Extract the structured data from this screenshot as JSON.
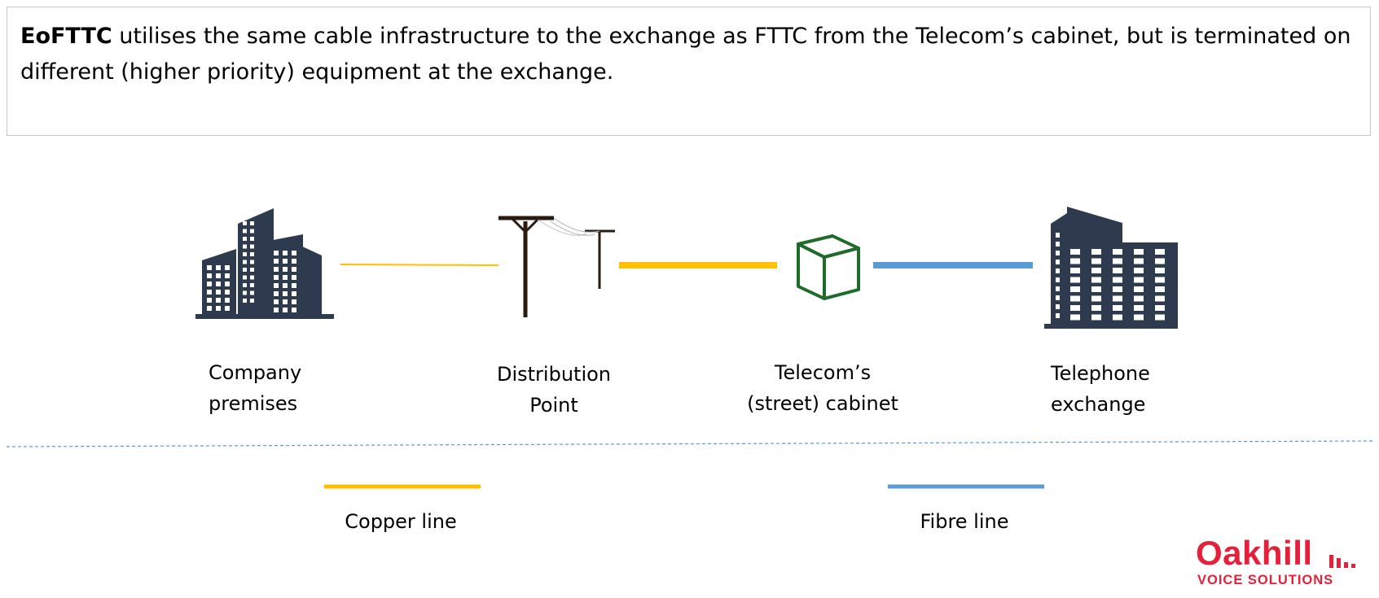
{
  "caption": {
    "lead": "EoFTTC",
    "text": " utilises the same cable infrastructure to the exchange as FTTC from the Telecom’s cabinet, but is terminated on different (higher priority) equipment at the exchange."
  },
  "nodes": [
    {
      "id": "company",
      "label": "Company\npremises",
      "icon": "office-buildings-icon"
    },
    {
      "id": "distribution",
      "label": "Distribution\nPoint",
      "icon": "telephone-pole-icon"
    },
    {
      "id": "cabinet",
      "label": "Telecom’s\n(street) cabinet",
      "icon": "cube-icon"
    },
    {
      "id": "exchange",
      "label": "Telephone\nexchange",
      "icon": "office-tower-icon"
    }
  ],
  "links": [
    {
      "from": "company",
      "to": "distribution",
      "type": "copper"
    },
    {
      "from": "distribution",
      "to": "cabinet",
      "type": "copper"
    },
    {
      "from": "cabinet",
      "to": "exchange",
      "type": "fibre"
    }
  ],
  "legend": [
    {
      "type": "copper",
      "label": "Copper line",
      "color": "#FFC000"
    },
    {
      "type": "fibre",
      "label": "Fibre line",
      "color": "#5B9BD5"
    }
  ],
  "colors": {
    "copper": "#FFC000",
    "fibre": "#5B9BD5",
    "icon": "#2e3b4e",
    "cabinet": "#1e6b2a",
    "brand": "#e5203a"
  },
  "logo": {
    "name": "Oakhill",
    "tagline": "VOICE SOLUTIONS"
  }
}
